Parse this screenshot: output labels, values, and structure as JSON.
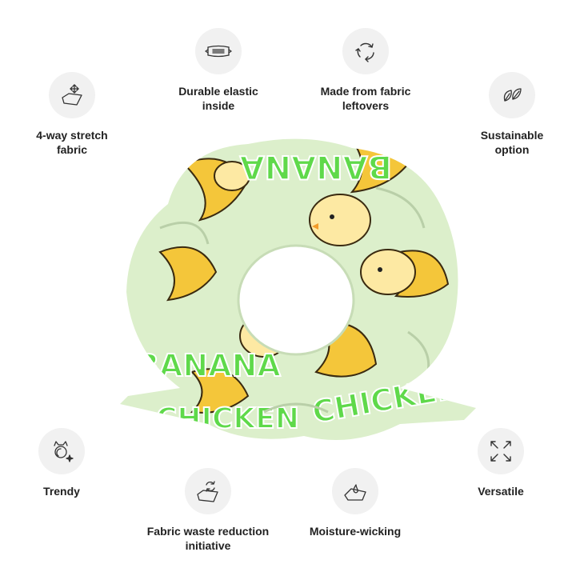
{
  "features": [
    {
      "id": "durable-elastic",
      "label": "Durable elastic\ninside",
      "icon": "elastic-band-icon"
    },
    {
      "id": "fabric-leftovers",
      "label": "Made from fabric\nleftovers",
      "icon": "recycle-icon"
    },
    {
      "id": "stretch-fabric",
      "label": "4-way stretch\nfabric",
      "icon": "stretch-fabric-icon"
    },
    {
      "id": "sustainable",
      "label": "Sustainable\noption",
      "icon": "leaves-icon"
    },
    {
      "id": "trendy",
      "label": "Trendy",
      "icon": "sparkle-cat-icon"
    },
    {
      "id": "versatile",
      "label": "Versatile",
      "icon": "expand-arrows-icon"
    },
    {
      "id": "waste-reduction",
      "label": "Fabric waste reduction\ninitiative",
      "icon": "recycle-fabric-icon"
    },
    {
      "id": "moisture-wicking",
      "label": "Moisture-wicking",
      "icon": "water-drop-icon"
    }
  ],
  "product": {
    "print_text_1": "BANANA",
    "print_text_2": "CHICKEN",
    "colors": {
      "background": "#dcefcb",
      "accent_green": "#5fd94a",
      "banana": "#f4c63a",
      "chick": "#fde9a3"
    }
  }
}
